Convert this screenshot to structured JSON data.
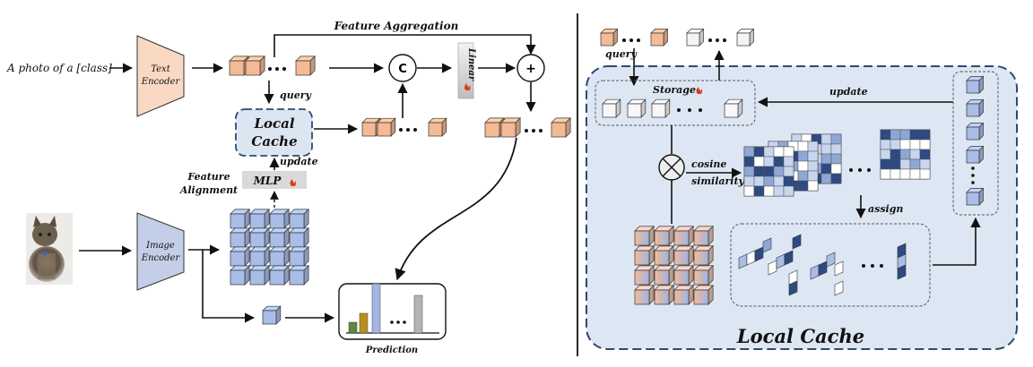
{
  "left": {
    "input_text": "A photo of a [class]",
    "text_encoder": [
      "Text",
      "Encoder"
    ],
    "image_encoder": [
      "Image",
      "Encoder"
    ],
    "feature_aggregation": "Feature Aggregation",
    "concat_symbol": "C",
    "plus_symbol": "+",
    "linear": "Linear",
    "query": "query",
    "local_cache": [
      "Local",
      "Cache"
    ],
    "update": "update",
    "mlp": "MLP",
    "feature_alignment": [
      "Feature",
      "Alignment"
    ],
    "prediction": "Prediction",
    "prediction_bars": [
      0.12,
      0.22,
      0.55,
      0.42
    ]
  },
  "right": {
    "query": "query",
    "storage": "Storage",
    "update": "update",
    "cosine": "cosine",
    "similarity": "similarity",
    "assign": "assign",
    "title": "Local Cache"
  },
  "colors": {
    "orange_cube": "#f4b995",
    "blue_cube": "#a9bde6",
    "panel_bg": "#dde7f3",
    "panel_border": "#2e4a6e",
    "encoder_text": "#f9d9c4",
    "encoder_image": "#c3cfe6"
  }
}
